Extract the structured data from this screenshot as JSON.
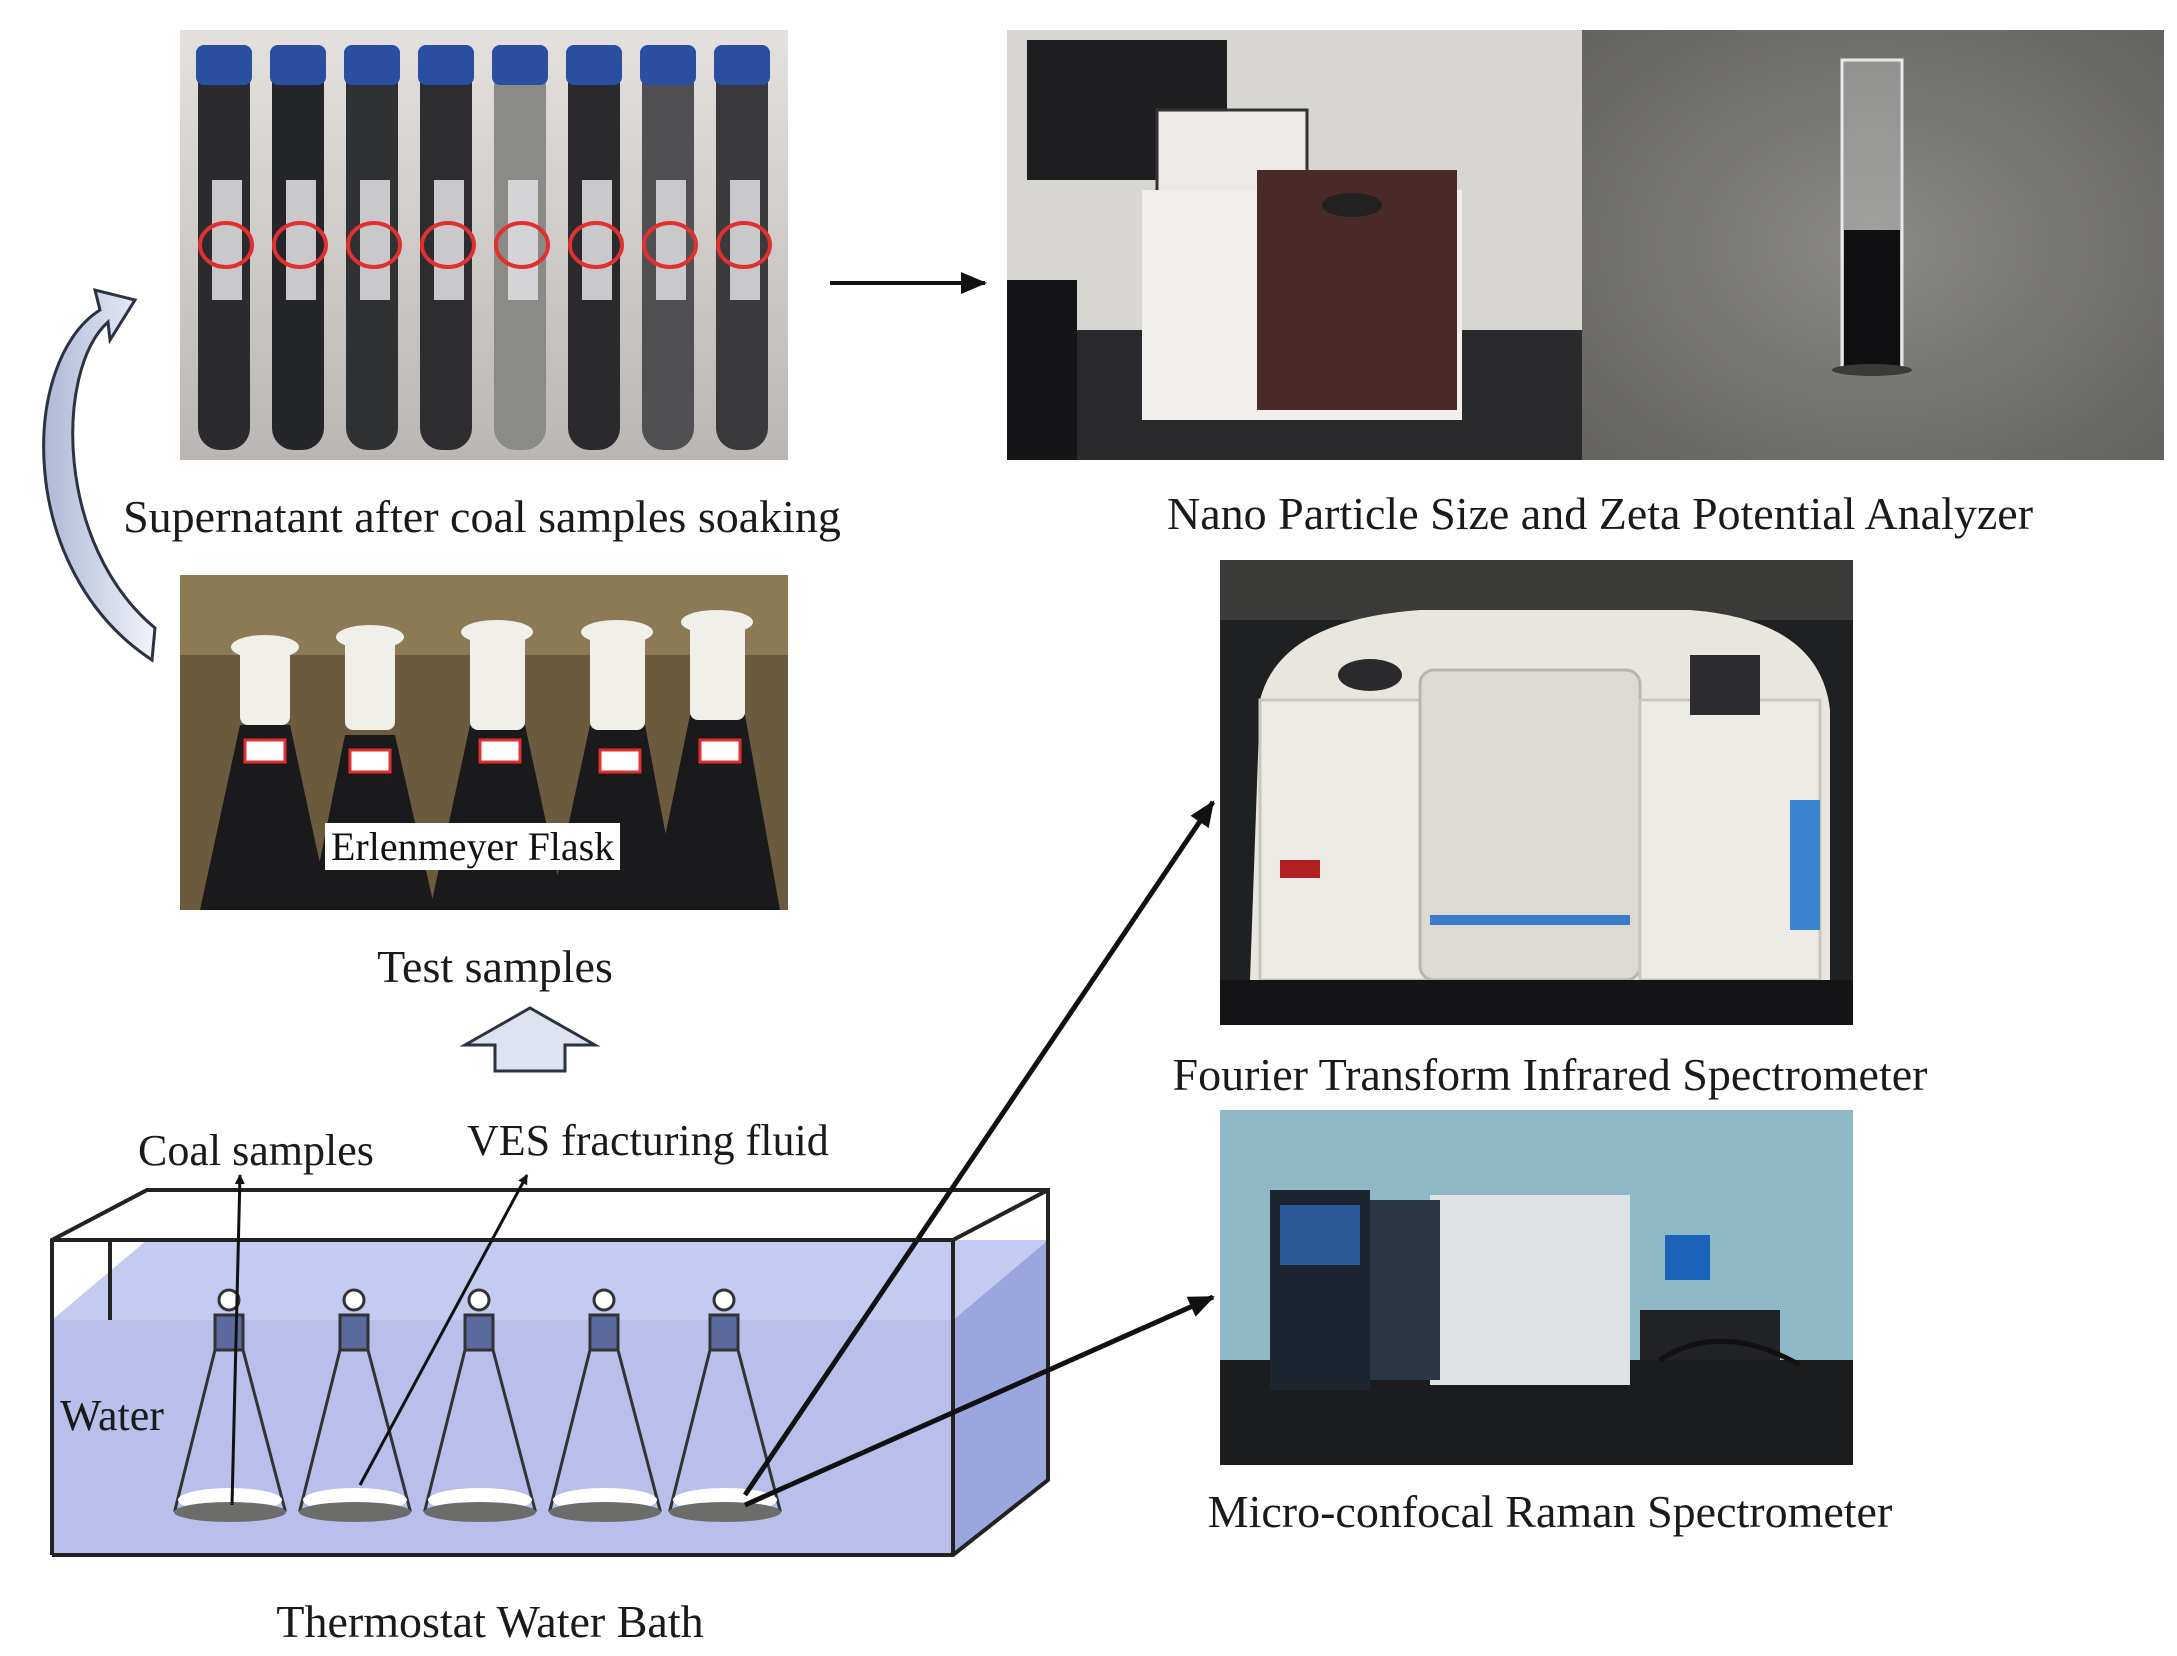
{
  "captions": {
    "supernatant": "Supernatant after coal samples soaking",
    "test_samples": "Test samples",
    "nano": "Nano Particle Size and Zeta Potential Analyzer",
    "ftir": "Fourier Transform Infrared Spectrometer",
    "raman": "Micro-confocal Raman Spectrometer",
    "bath": "Thermostat Water Bath"
  },
  "labels": {
    "erlenmeyer": "Erlenmeyer Flask",
    "coal_samples": "Coal samples",
    "ves": "VES fracturing fluid",
    "water": "Water"
  },
  "colors": {
    "water": "#aab4e6",
    "arrow_fill": "#dfe3ef",
    "line": "#111111"
  }
}
